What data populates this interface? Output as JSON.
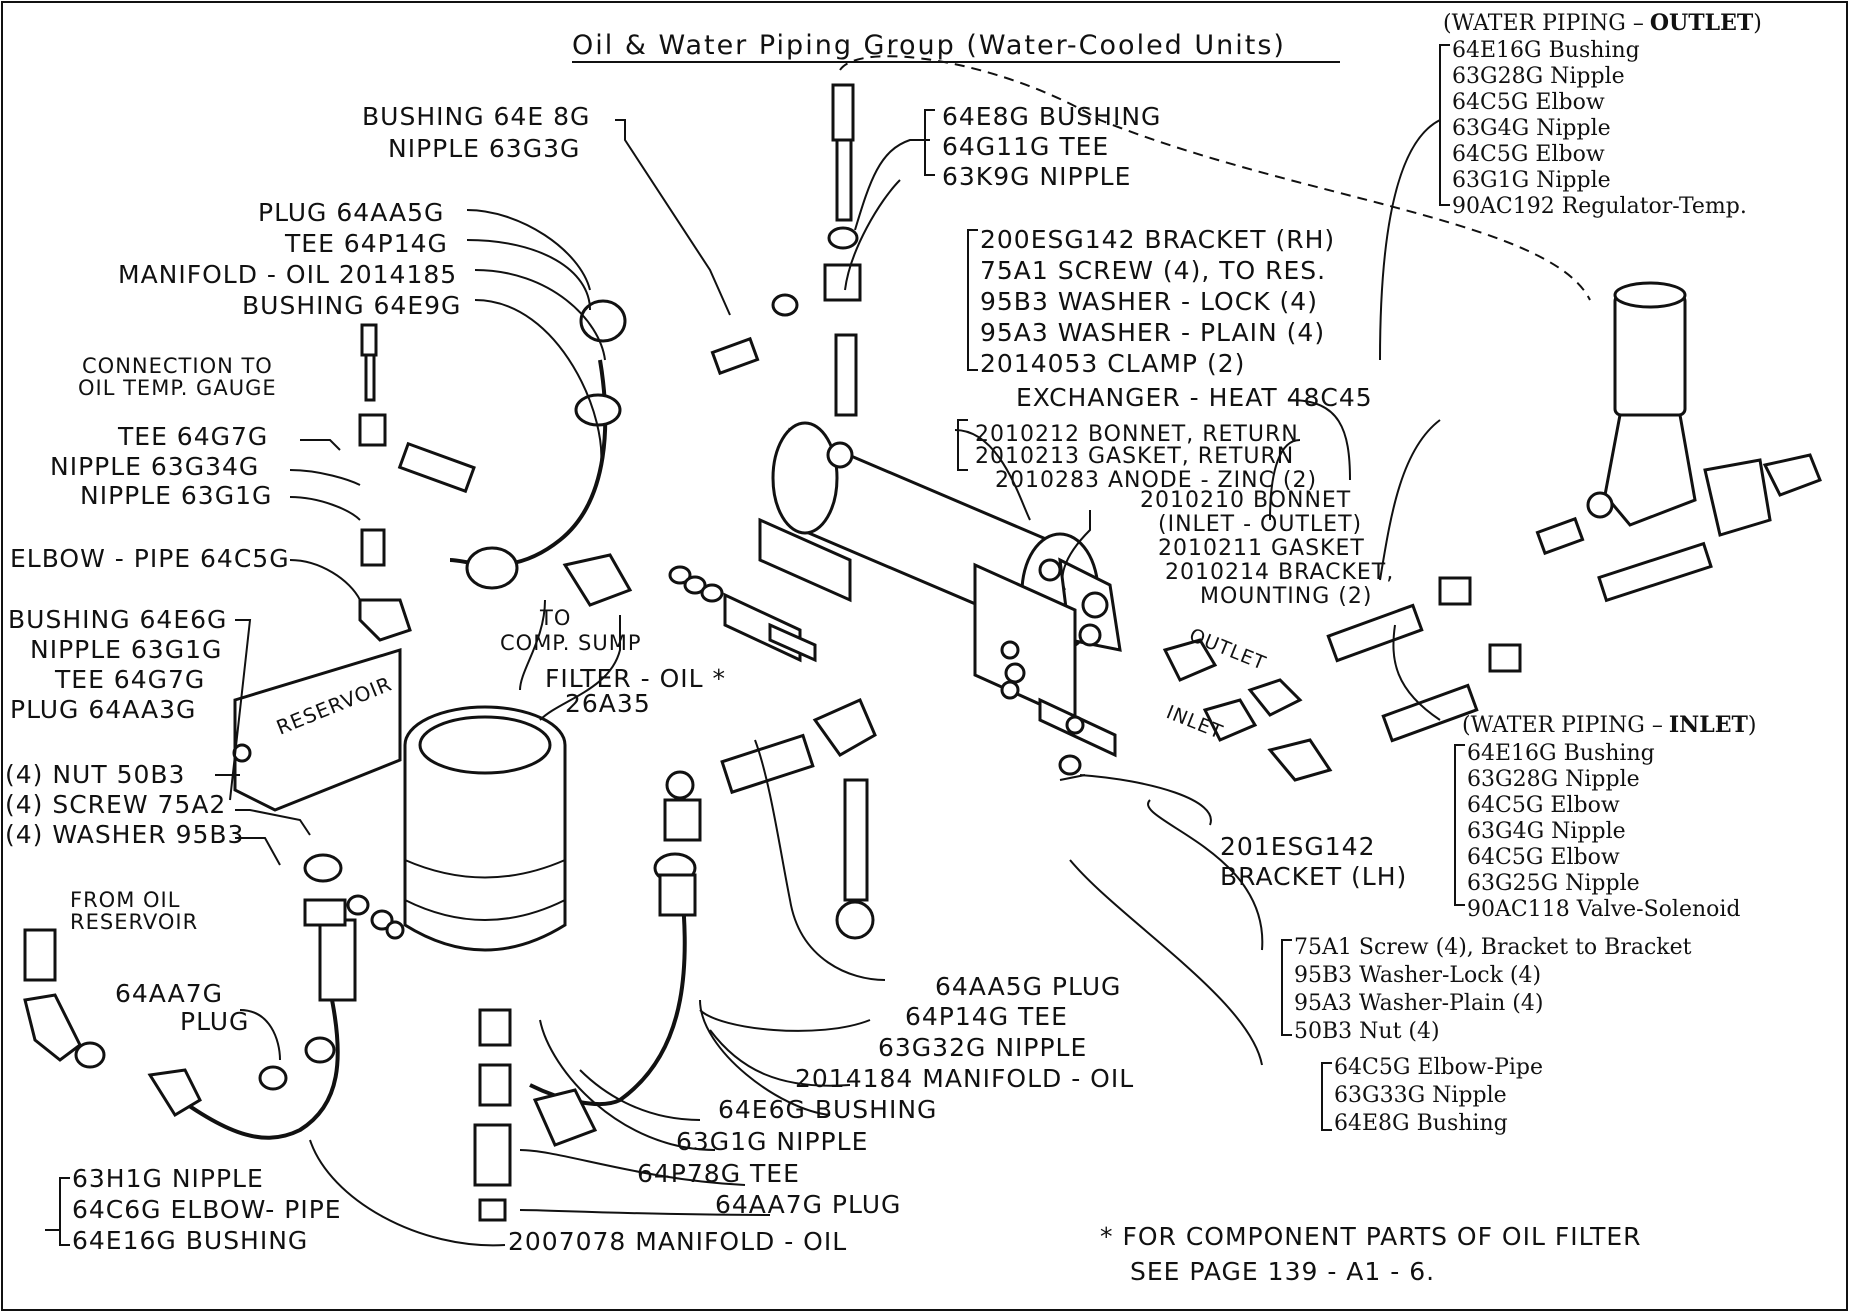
{
  "title": "Oil & Water Piping Group (Water-Cooled Units)",
  "blocks": {
    "water_outlet": {
      "header_prefix": "(WATER PIPING –",
      "header_bold": "OUTLET",
      "header_suffix": ")",
      "items": [
        "64E16G  Bushing",
        "63G28G  Nipple",
        "64C5G  Elbow",
        "63G4G  Nipple",
        "64C5G  Elbow",
        "63G1G  Nipple",
        "90AC192  Regulator-Temp."
      ]
    },
    "water_inlet": {
      "header_prefix": "(WATER PIPING –",
      "header_bold": "INLET",
      "header_suffix": ")",
      "items": [
        "64E16G  Bushing",
        "63G28G  Nipple",
        "64C5G  Elbow",
        "63G4G  Nipple",
        "64C5G  Elbow",
        "63G25G  Nipple",
        "90AC118  Valve-Solenoid"
      ]
    },
    "bracket_hw": {
      "items": [
        "75A1  Screw  (4), Bracket to Bracket",
        "95B3  Washer-Lock  (4)",
        "95A3  Washer-Plain  (4)",
        "50B3  Nut  (4)"
      ]
    },
    "elbow_group": {
      "items": [
        "64C5G  Elbow-Pipe",
        "63G33G  Nipple",
        "64E8G  Bushing"
      ]
    },
    "top_right_center": {
      "items": [
        "64E8G   BUSHING",
        "64G11G   TEE",
        "63K9G   NIPPLE"
      ]
    },
    "bracket_rh": {
      "items": [
        "200ESG142 BRACKET (RH)",
        "75A1 SCREW (4), TO RES.",
        "95B3 WASHER - LOCK (4)",
        "95A3 WASHER - PLAIN (4)",
        "2014053 CLAMP (2)"
      ]
    },
    "heat_exchanger": "EXCHANGER - HEAT  48C45",
    "bonnet_group": {
      "items": [
        "2010212 BONNET, RETURN",
        "2010213 GASKET, RETURN",
        "2010283 ANODE - ZINC (2)"
      ]
    },
    "inlet_outlet_group": {
      "items": [
        "2010210 BONNET",
        "(INLET - OUTLET)",
        "2010211 GASKET",
        "2010214 BRACKET,",
        "MOUNTING (2)"
      ]
    },
    "bracket_lh": [
      "201ESG142",
      "BRACKET (LH)"
    ],
    "top_left_bushing": [
      "BUSHING  64E 8G",
      "NIPPLE  63G3G"
    ],
    "oil_manifold_group": [
      "PLUG  64AA5G",
      "TEE  64P14G",
      "MANIFOLD - OIL  2014185",
      "BUSHING  64E9G"
    ],
    "connection_gauge": [
      "CONNECTION TO",
      "OIL TEMP. GAUGE"
    ],
    "tee_group": [
      "TEE  64G7G",
      "NIPPLE  63G34G",
      "NIPPLE  63G1G"
    ],
    "elbow_pipe_left": "ELBOW - PIPE  64C5G",
    "to_comp_sump": [
      "TO",
      "COMP. SUMP"
    ],
    "reservoir_group": [
      "BUSHING  64E6G",
      "NIPPLE  63G1G",
      "TEE  64G7G",
      "PLUG  64AA3G"
    ],
    "reservoir_label": "RESERVOIR",
    "reservoir_hw": [
      "(4) NUT  50B3",
      "(4) SCREW  75A2",
      "(4) WASHER  95B3"
    ],
    "filter_oil": [
      "FILTER - OIL *",
      "26A35"
    ],
    "from_oil_reservoir": [
      "FROM OIL",
      "RESERVOIR"
    ],
    "plug_64aa7g_left": [
      "64AA7G",
      "PLUG"
    ],
    "bottom_left_group": [
      "63H1G  NIPPLE",
      "64C6G  ELBOW- PIPE",
      "64E16G  BUSHING"
    ],
    "manifold_bottom": "2007078  MANIFOLD - OIL",
    "center_bottom_group": [
      "64AA5G  PLUG",
      "64P14G  TEE",
      "63G32G  NIPPLE",
      "2014184  MANIFOLD - OIL",
      "64E6G  BUSHING",
      "63G1G  NIPPLE",
      "64P78G  TEE",
      "64AA7G  PLUG"
    ],
    "outlet_word": "OUTLET",
    "inlet_word": "INLET",
    "footnote": [
      "* FOR COMPONENT PARTS OF OIL FILTER",
      "SEE PAGE 139 - A1 - 6."
    ]
  }
}
